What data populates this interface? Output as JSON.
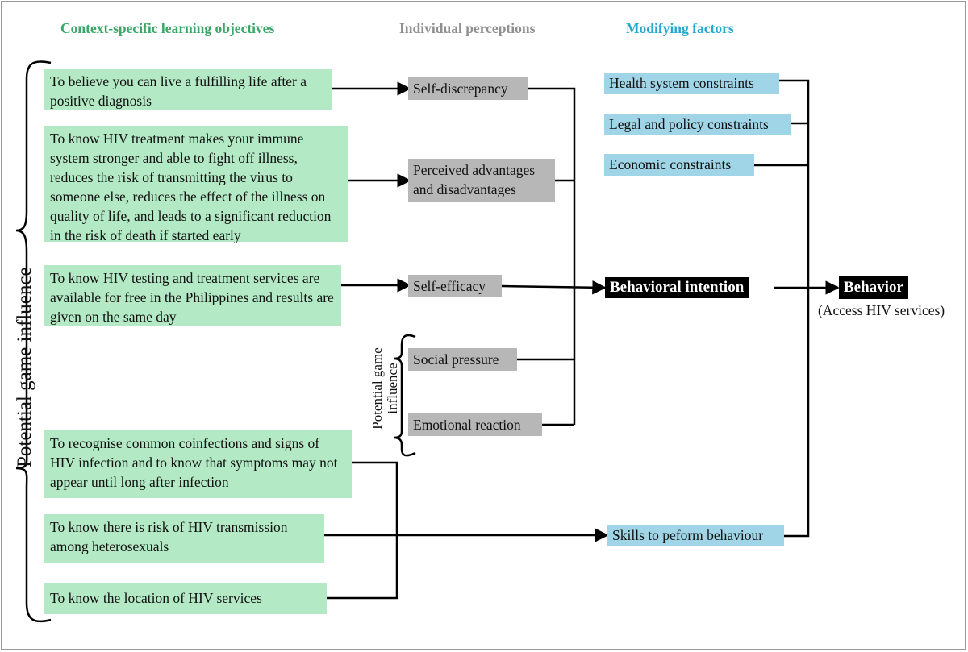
{
  "headers": {
    "objectives": "Context-specific learning objectives",
    "perceptions": "Individual perceptions",
    "modifying": "Modifying factors"
  },
  "side_label": "Potential game influence",
  "inner_label": {
    "line1": "Potential game",
    "line2": "influence"
  },
  "objectives": [
    "To believe you can live a fulfilling life after a positive diagnosis",
    "To know HIV treatment makes your immune system stronger and able to fight off illness, reduces the risk of transmitting the virus to someone else, reduces the effect of the illness on quality of life, and leads to a significant reduction in the risk of death if started early",
    "To know HIV testing and treatment services are available for free in the Philippines and results are given on the same day",
    "To recognise common coinfections and signs of HIV infection and to know that symptoms may not appear until long after infection",
    "To know there is risk of HIV transmission among heterosexuals",
    "To know the location of HIV services"
  ],
  "perceptions": [
    "Self-discrepancy",
    "Perceived advantages and disadvantages",
    "Self-efficacy",
    "Social pressure",
    "Emotional reaction"
  ],
  "modifying": [
    "Health system constraints",
    "Legal and policy constraints",
    "Economic constraints",
    "Skills to peform behaviour"
  ],
  "intention": "Behavioral intention",
  "behavior": "Behavior",
  "behavior_sub": "(Access HIV services)",
  "colors": {
    "objective": "#b3e9c5",
    "perception": "#b7b7b7",
    "modifying": "#9fd5e6",
    "header_green": "#3aa667",
    "header_gray": "#8f8f8f",
    "header_blue": "#27a8cf"
  }
}
